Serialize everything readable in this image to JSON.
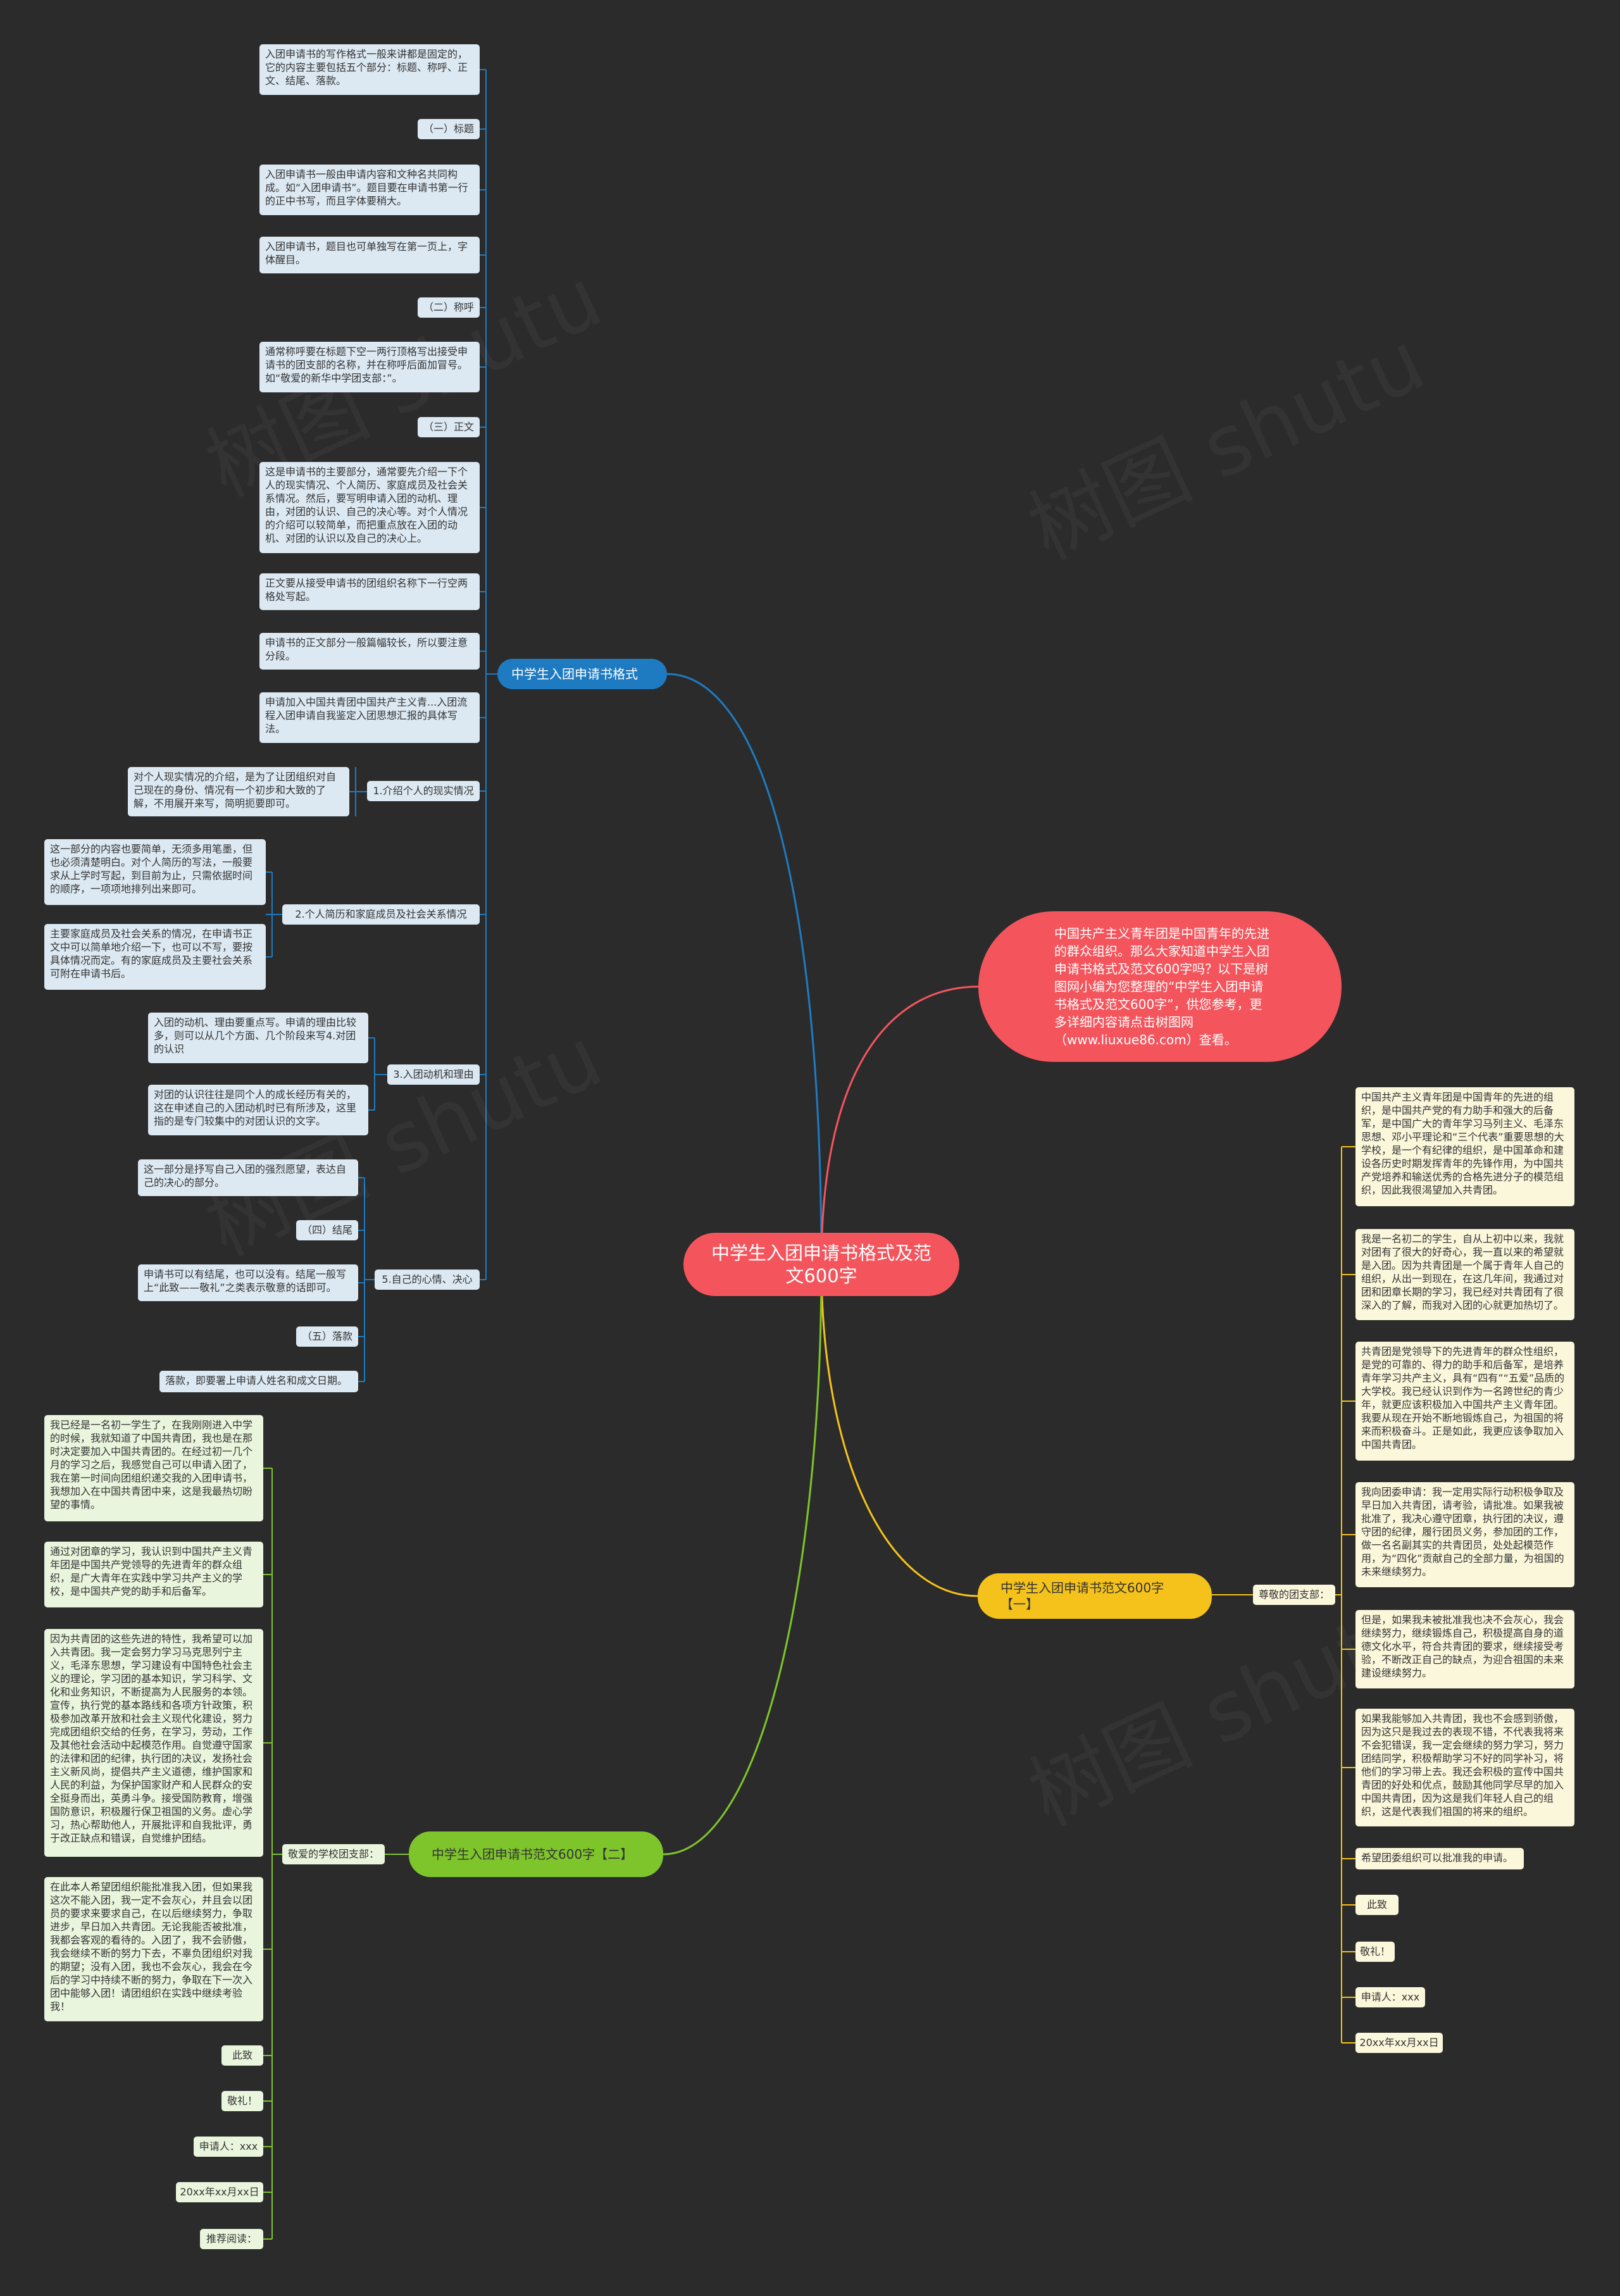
{
  "root": {
    "title": "中学生入团申请书格式及范文600字"
  },
  "intro": {
    "text": "中国共产主义青年团是中国青年的先进的群众组织。那么大家知道中学生入团申请书格式及范文600字吗？以下是树图网小编为您整理的“中学生入团申请书格式及范文600字”，供您参考，更多详细内容请点击树图网（www.liuxue86.com）查看。"
  },
  "format": {
    "label": "中学生入团申请书格式",
    "n0": "入团申请书的写作格式一般来讲都是固定的，它的内容主要包括五个部分：标题、称呼、正文、结尾、落款。",
    "n1": "（一）标题",
    "n2": "入团申请书一般由申请内容和文种名共同构成。如“入团申请书”。题目要在申请书第一行的正中书写，而且字体要稍大。",
    "n3": "入团申请书，题目也可单独写在第一页上，字体醒目。",
    "n4": "（二）称呼",
    "n5": "通常称呼要在标题下空一两行顶格写出接受申请书的团支部的名称，并在称呼后面加冒号。如“敬爱的新华中学团支部：”。",
    "n6": "（三）正文",
    "n7": "这是申请书的主要部分，通常要先介绍一下个人的现实情况、个人简历、家庭成员及社会关系情况。然后，要写明申请入团的动机、理由，对团的认识、自己的决心等。对个人情况的介绍可以较简单，而把重点放在入团的动机、对团的认识以及自己的决心上。",
    "n8": "正文要从接受申请书的团组织名称下一行空两格处写起。",
    "n9": "申请书的正文部分一般篇幅较长，所以要注意分段。",
    "n10": "申请加入中国共青团中国共产主义青...入团流程入团申请自我鉴定入团思想汇报的具体写法。",
    "s1": {
      "label": "1.介绍个人的现实情况",
      "a": "对个人现实情况的介绍，是为了让团组织对自己现在的身份、情况有一个初步和大致的了解，不用展开来写，简明扼要即可。"
    },
    "s2": {
      "label": "2.个人简历和家庭成员及社会关系情况",
      "a": "这一部分的内容也要简单，无须多用笔墨，但也必须清楚明白。对个人简历的写法，一般要求从上学时写起，到目前为止，只需依据时间的顺序，一项项地排列出来即可。",
      "b": "主要家庭成员及社会关系的情况，在申请书正文中可以简单地介绍一下，也可以不写，要按具体情况而定。有的家庭成员及主要社会关系可附在申请书后。"
    },
    "s3": {
      "label": "3.入团动机和理由",
      "a": "入团的动机、理由要重点写。申请的理由比较多，则可以从几个方面、几个阶段来写4.对团的认识",
      "b": "对团的认识往往是同个人的成长经历有关的，这在申述自己的入团动机时已有所涉及，这里指的是专门较集中的对团认识的文字。"
    },
    "s5": {
      "label": "5.自己的心情、决心",
      "a": "这一部分是抒写自己入团的强烈愿望，表达自己的决心的部分。",
      "b": "（四）结尾",
      "c": "申请书可以有结尾，也可以没有。结尾一般写上“此致——敬礼”之类表示敬意的话即可。",
      "d": "（五）落款",
      "e": "落款，即要署上申请人姓名和成文日期。"
    }
  },
  "sample1": {
    "label": "中学生入团申请书范文600字【一】",
    "salutation": "尊敬的团支部：",
    "p1": "中国共产主义青年团是中国青年的先进的组织，是中国共产党的有力助手和强大的后备军，是中国广大的青年学习马列主义、毛泽东思想、邓小平理论和“三个代表”重要思想的大学校，是一个有纪律的组织，是中国革命和建设各历史时期发挥青年的先锋作用，为中国共产党培养和输送优秀的合格先进分子的模范组织，因此我很渴望加入共青团。",
    "p2": "我是一名初二的学生，自从上初中以来，我就对团有了很大的好奇心，我一直以来的希望就是入团。因为共青团是一个属于青年人自己的组织，从出一到现在，在这几年间，我通过对团和团章长期的学习，我已经对共青团有了很深入的了解，而我对入团的心就更加热切了。",
    "p3": "共青团是党领导下的先进青年的群众性组织，是党的可靠的、得力的助手和后备军，是培养青年学习共产主义，具有“四有”“五爱”品质的大学校。我已经认识到作为一名跨世纪的青少年，就更应该积极加入中国共产主义青年团。我要从现在开始不断地锻炼自己，为祖国的将来而积极奋斗。正是如此，我更应该争取加入中国共青团。",
    "p4": "我向团委申请：我一定用实际行动积极争取及早日加入共青团，请考验，请批准。如果我被批准了，我决心遵守团章，执行团的决议，遵守团的纪律，履行团员义务，参加团的工作，做一名名副其实的共青团员，处处起模范作用，为“四化”贡献自己的全部力量，为祖国的未来继续努力。",
    "p5": "但是，如果我未被批准我也决不会灰心，我会继续努力，继续锻炼自己，积极提高自身的道德文化水平，符合共青团的要求，继续接受考验，不断改正自己的缺点，为迎合祖国的未来建设继续努力。",
    "p6": "如果我能够加入共青团，我也不会感到骄傲，因为这只是我过去的表现不错，不代表我将来不会犯错误，我一定会继续的努力学习，努力团结同学，积极帮助学习不好的同学补习，将他们的学习带上去。我还会积极的宣传中国共青团的好处和优点，鼓励其他同学尽早的加入中国共青团，因为这是我们年轻人自己的组织，这是代表我们祖国的将来的组织。",
    "p7": "希望团委组织可以批准我的申请。",
    "p8": "此致",
    "p9": "敬礼！",
    "p10": "申请人：xxx",
    "p11": "20xx年xx月xx日"
  },
  "sample2": {
    "label": "中学生入团申请书范文600字【二】",
    "salutation": "敬爱的学校团支部：",
    "p1": "我已经是一名初一学生了，在我刚刚进入中学的时候，我就知道了中国共青团，我也是在那时决定要加入中国共青团的。在经过初一几个月的学习之后，我感觉自己可以申请入团了，我在第一时间向团组织递交我的入团申请书，我想加入在中国共青团中来，这是我最热切盼望的事情。",
    "p2": "通过对团章的学习，我认识到中国共产主义青年团是中国共产党领导的先进青年的群众组织，是广大青年在实践中学习共产主义的学校，是中国共产党的助手和后备军。",
    "p3": "因为共青团的这些先进的特性，我希望可以加入共青团。我一定会努力学习马克思列宁主义，毛泽东思想，学习建设有中国特色社会主义的理论，学习团的基本知识，学习科学、文化和业务知识，不断提高为人民服务的本领。宣传，执行党的基本路线和各项方针政策，积极参加改革开放和社会主义现代化建设，努力完成团组织交给的任务，在学习，劳动，工作及其他社会活动中起模范作用。自觉遵守国家的法律和团的纪律，执行团的决议，发扬社会主义新风尚，提倡共产主义道德，维护国家和人民的利益，为保护国家财产和人民群众的安全挺身而出，英勇斗争。接受国防教育，增强国防意识，积极履行保卫祖国的义务。虚心学习，热心帮助他人，开展批评和自我批评，勇于改正缺点和错误，自觉维护团结。",
    "p4": "在此本人希望团组织能批准我入团，但如果我这次不能入团，我一定不会灰心，并且会以团员的要求来要求自己，在以后继续努力，争取进步，早日加入共青团。无论我能否被批准，我都会客观的看待的。入团了，我不会骄傲，我会继续不断的努力下去，不辜负团组织对我的期望；没有入团，我也不会灰心，我会在今后的学习中持续不断的努力，争取在下一次入团中能够入团！请团组织在实践中继续考验我！",
    "p5": "此致",
    "p6": "敬礼！",
    "p7": "申请人：xxx",
    "p8": "20xx年xx月xx日",
    "p9": "推荐阅读："
  },
  "colors": {
    "background": "#2b2b2b",
    "root": "#f4555d",
    "format_branch": "#1f7bc1",
    "sample1_branch": "#f5c21c",
    "sample2_branch": "#7ec52b",
    "blue_leaf": "#dce9f3",
    "yellow_leaf": "#fbf7db",
    "green_leaf": "#eaf5dd"
  }
}
